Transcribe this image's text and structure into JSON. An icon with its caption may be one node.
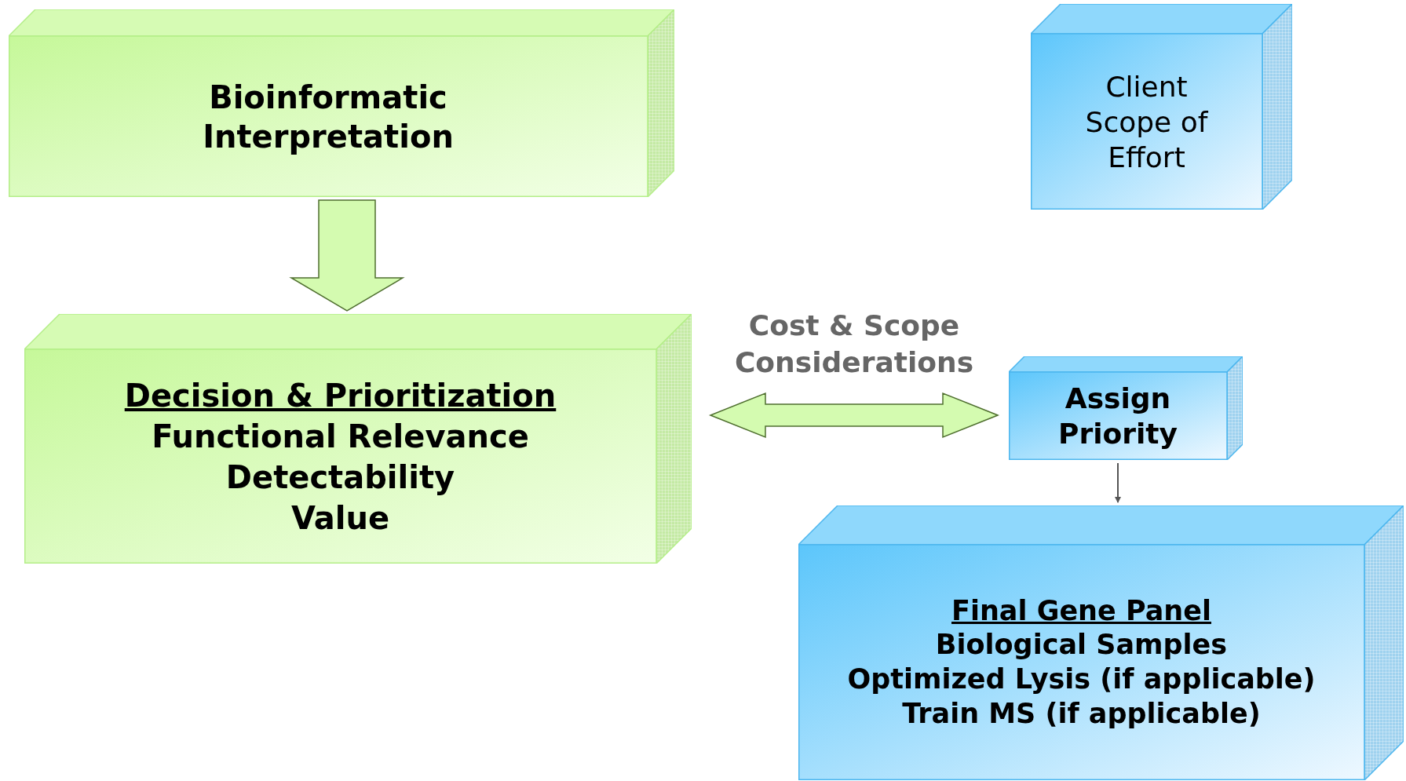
{
  "diagram": {
    "nodes": [
      {
        "text": [
          "Bioinformatic Interpretation"
        ]
      },
      {
        "text": [
          "Client Scope of Effort"
        ]
      },
      {
        "text": [
          "Decision & Prioritization",
          "Functional Relevance",
          "Detectability",
          "Value"
        ]
      },
      {
        "text": [
          "Assign Priority"
        ]
      },
      {
        "text": [
          "Final Gene Panel",
          "Biological Samples",
          "Optimized Lysis (if applicable)",
          "Train MS (if applicable)"
        ]
      }
    ],
    "edges": [
      {
        "from": 0,
        "to": 2,
        "arrow": "to"
      },
      {
        "from": 2,
        "to": 3,
        "arrow": "both",
        "label": "Cost & Scope Considerations"
      },
      {
        "from": 3,
        "to": 4,
        "arrow": "to",
        "color": "#555555"
      }
    ]
  }
}
